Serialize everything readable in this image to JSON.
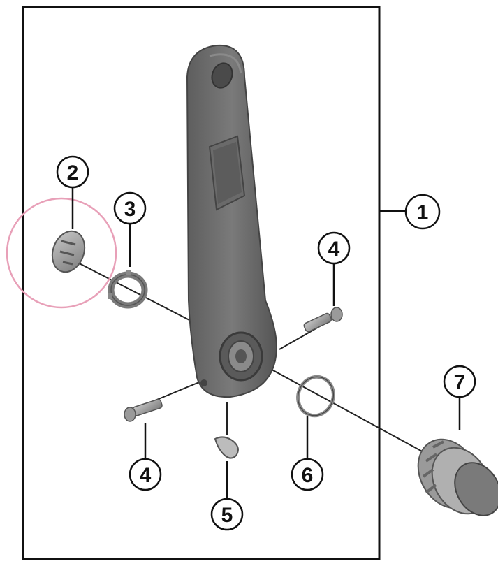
{
  "callouts": {
    "c1": "1",
    "c2": "2",
    "c3": "3",
    "c4a": "4",
    "c4b": "4",
    "c5": "5",
    "c6": "6",
    "c7": "7"
  },
  "colors": {
    "frame": "#111111",
    "crank_arm": "#6e6e6e",
    "crank_arm_dark": "#555555",
    "part_gray": "#9a9a9a",
    "highlight_circle": "#e8a0b8"
  }
}
